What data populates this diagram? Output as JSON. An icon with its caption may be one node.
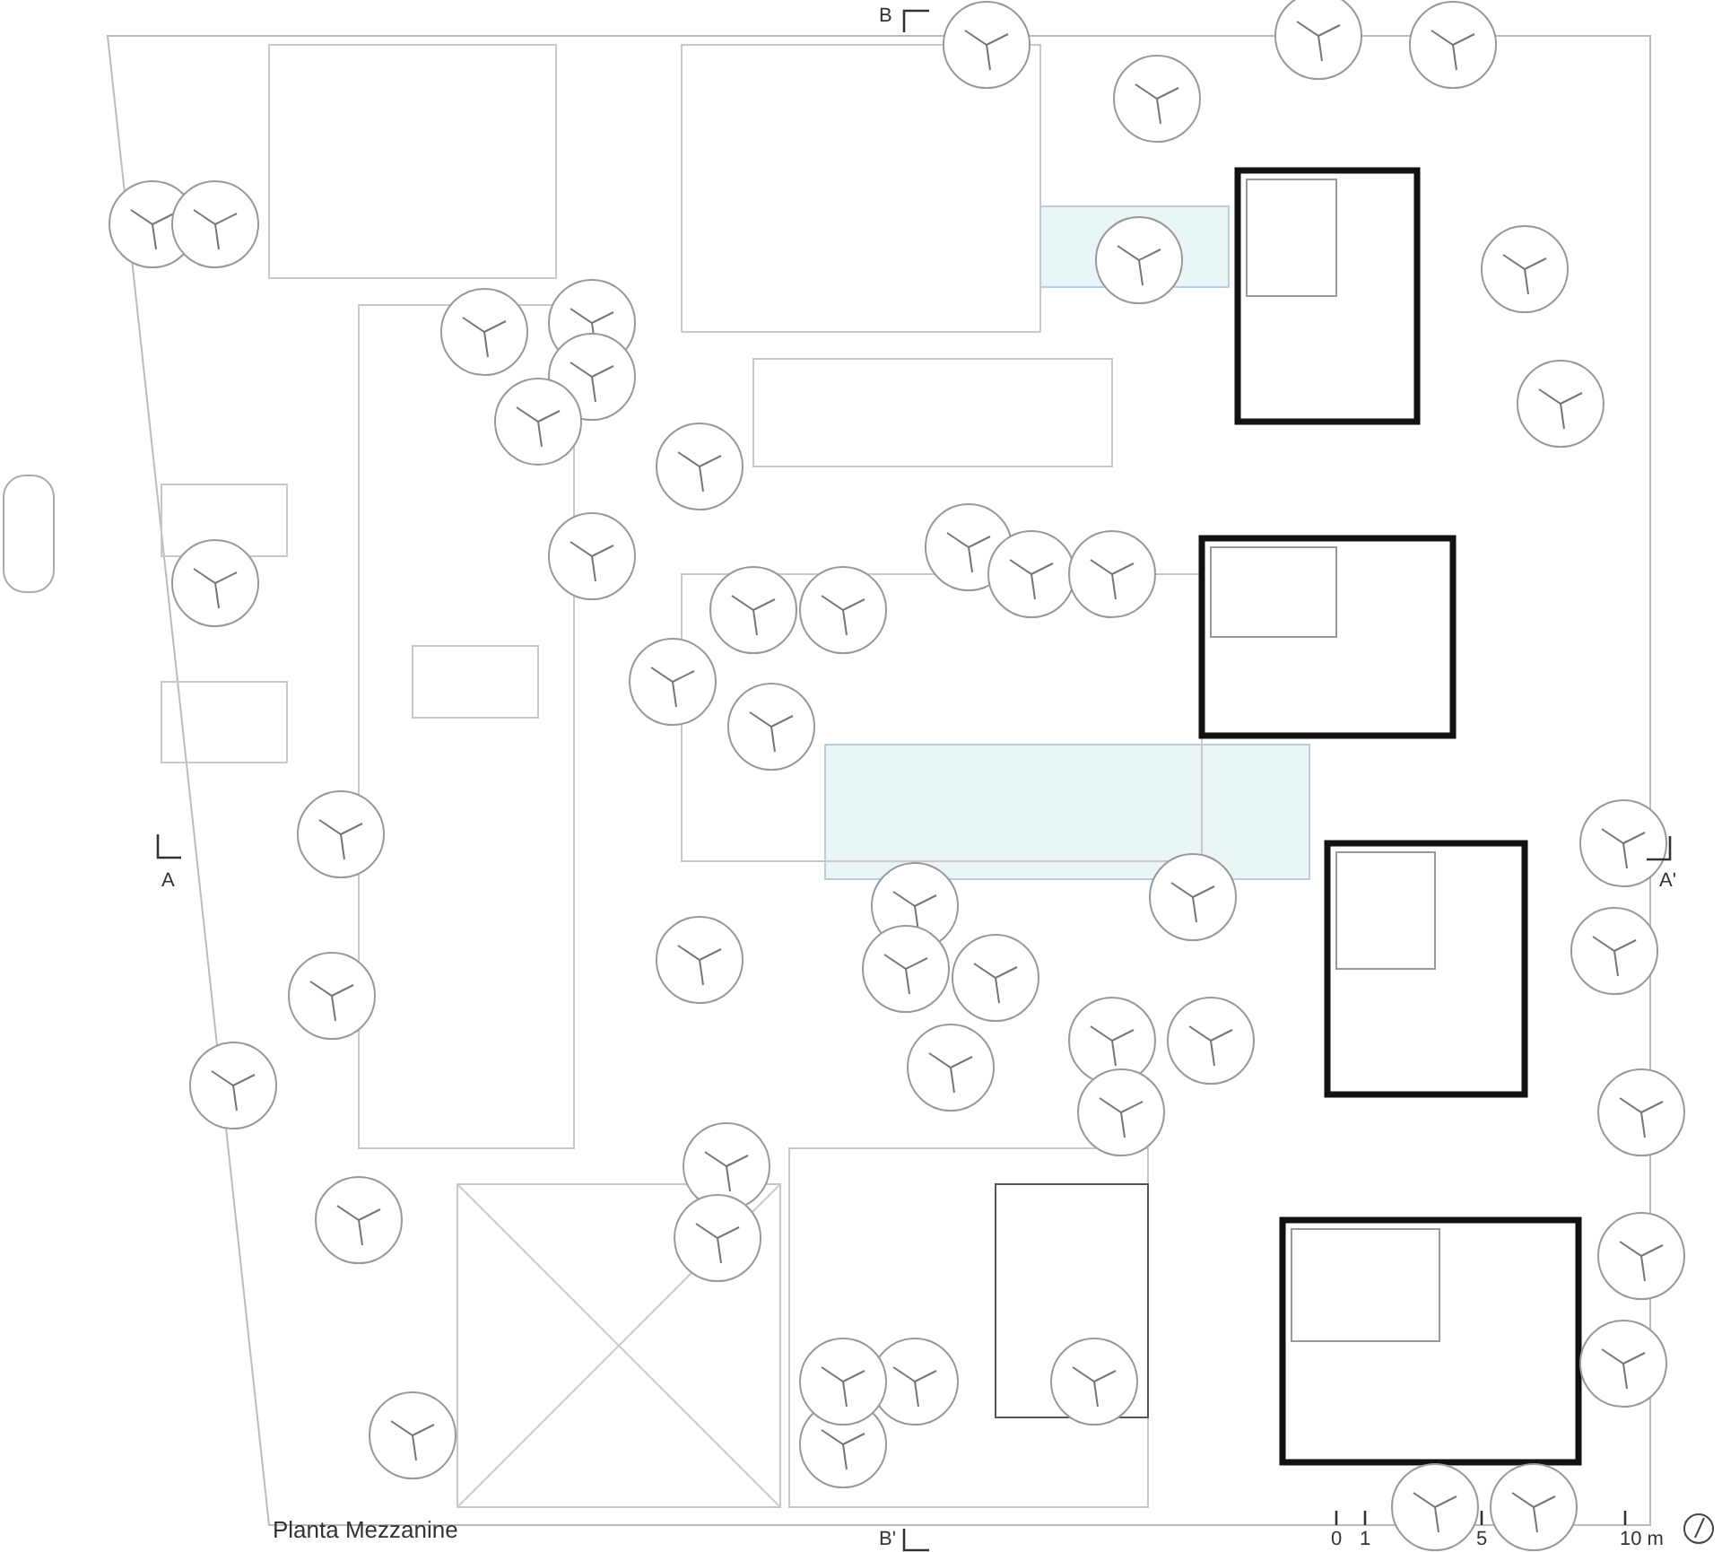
{
  "diagram": {
    "caption": "Planta Mezzanine",
    "labels": [
      "B",
      "A",
      "A'",
      "B'",
      "0",
      "1",
      "5",
      "10 m"
    ]
  }
}
